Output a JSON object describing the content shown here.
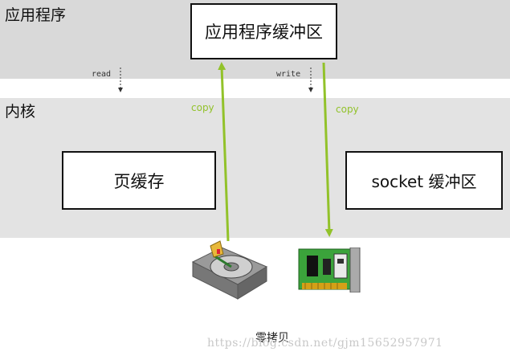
{
  "regions": {
    "application": "应用程序",
    "kernel": "内核"
  },
  "boxes": {
    "app_buffer": "应用程序缓冲区",
    "page_cache": "页缓存",
    "socket_buffer": "socket 缓冲区"
  },
  "calls": {
    "read": "read",
    "write": "write"
  },
  "arrows": {
    "left_copy": "copy",
    "right_copy": "copy"
  },
  "caption": "零拷贝",
  "watermark": "https://blog.csdn.net/gjm15652957971",
  "colors": {
    "arrow_green": "#92c22a",
    "app_band": "#d9d9d9",
    "kernel_band": "#e3e3e3"
  },
  "icons": [
    "hard-disk-icon",
    "network-card-icon"
  ]
}
